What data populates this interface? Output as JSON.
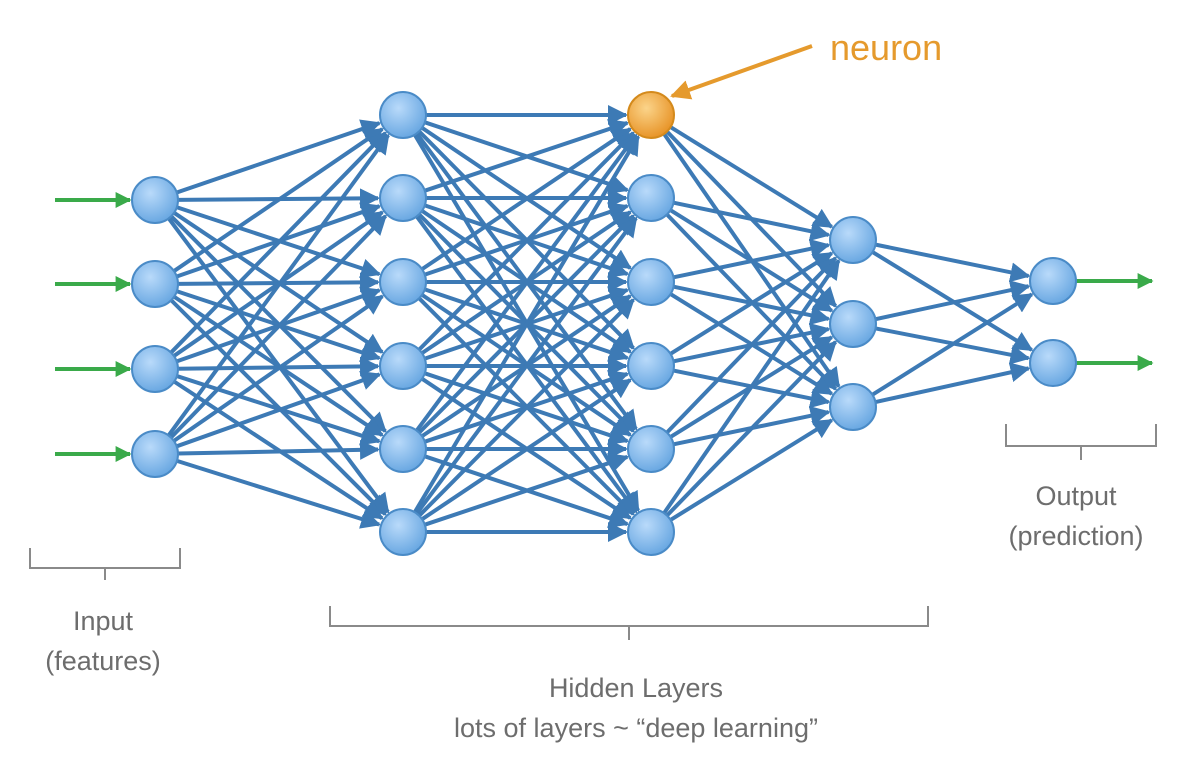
{
  "labels": {
    "input_line1": "Input",
    "input_line2": "(features)",
    "hidden_line1": "Hidden Layers",
    "hidden_line2": "lots of layers ~ “deep learning”",
    "output_line1": "Output",
    "output_line2": "(prediction)",
    "callout": "neuron"
  },
  "network": {
    "layer_sizes": [
      4,
      6,
      6,
      3,
      2
    ],
    "highlighted_neuron": {
      "layer": 2,
      "index": 0
    }
  },
  "colors": {
    "node_fill": "#7fb6ea",
    "node_stroke": "#4a8bc7",
    "edge": "#3d7ab5",
    "arrow_in_out": "#3aaa4a",
    "highlight_fill": "#f2a634",
    "highlight_stroke": "#d48a1c",
    "callout_arrow": "#e59a2d",
    "bracket": "#8a8a8a",
    "label_text": "#6d6d6d"
  }
}
